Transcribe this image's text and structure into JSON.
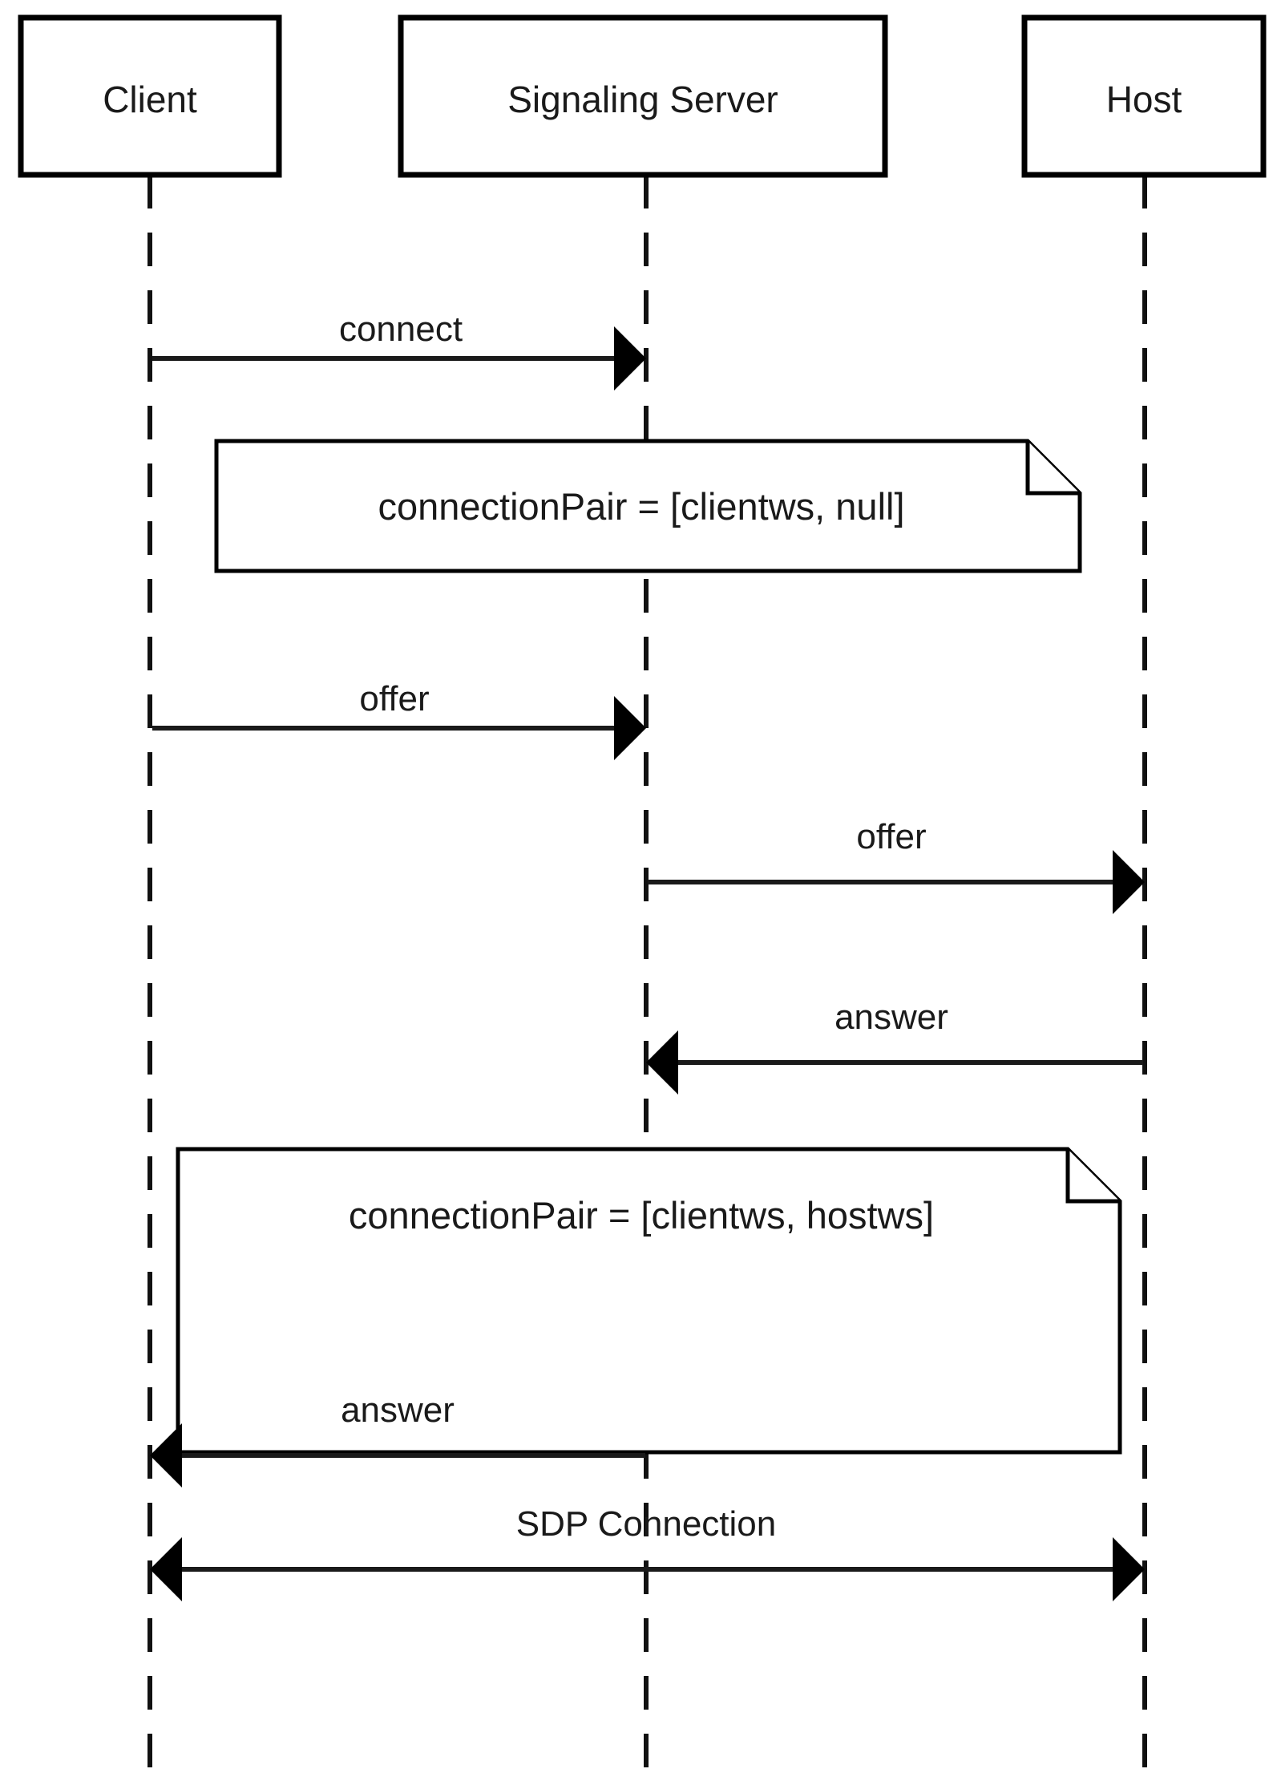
{
  "diagram": {
    "type": "sequence-diagram",
    "title": "WebRTC signaling sequence",
    "background_color": "#ffffff",
    "stroke_color": "#000000",
    "text_color": "#1a1a1a"
  },
  "participants": [
    {
      "id": "client",
      "label": "Client"
    },
    {
      "id": "signaling_server",
      "label": "Signaling Server"
    },
    {
      "id": "host",
      "label": "Host"
    }
  ],
  "messages": [
    {
      "id": "m1",
      "label": "connect",
      "from": "client",
      "to": "signaling_server",
      "direction": "right"
    },
    {
      "id": "m2",
      "label": "offer",
      "from": "client",
      "to": "signaling_server",
      "direction": "right"
    },
    {
      "id": "m3",
      "label": "offer",
      "from": "signaling_server",
      "to": "host",
      "direction": "right"
    },
    {
      "id": "m4",
      "label": "answer",
      "from": "host",
      "to": "signaling_server",
      "direction": "left"
    },
    {
      "id": "m5",
      "label": "answer",
      "from": "signaling_server",
      "to": "client",
      "direction": "left"
    },
    {
      "id": "m6",
      "label": "SDP Connection",
      "from": "client",
      "to": "host",
      "direction": "both"
    }
  ],
  "notes": [
    {
      "id": "n1",
      "label": "connectionPair = [clientws, null]"
    },
    {
      "id": "n2",
      "label": "connectionPair = [clientws, hostws]"
    }
  ]
}
